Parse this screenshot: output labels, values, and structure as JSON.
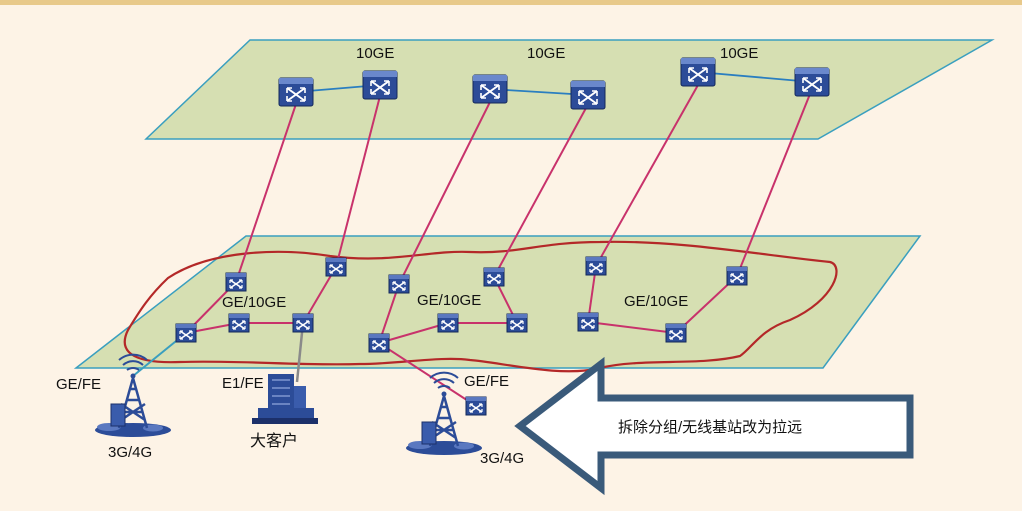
{
  "colors": {
    "background": "#fdf3e6",
    "top_border": "#e8c98a",
    "plane_fill": "#d6dfb2",
    "plane_stroke": "#3a9fbf",
    "link_color": "#c8326b",
    "ring_color": "#b42828",
    "device_fill": "#2c4c98",
    "arrow_stroke": "#3a5a7a",
    "uplink_gray": "#8a8a8a"
  },
  "core_layer": {
    "labels": [
      "10GE",
      "10GE",
      "10GE"
    ],
    "device_icon": "router-icon"
  },
  "aggregation_layer": {
    "labels": [
      "GE/10GE",
      "GE/10GE",
      "GE/10GE"
    ],
    "device_icon": "switch-icon"
  },
  "access": {
    "left_site": {
      "link_label": "GE/FE",
      "site_label": "3G/4G",
      "icon": "cell-tower-icon"
    },
    "enterprise": {
      "link_label": "E1/FE",
      "site_label": "大客户",
      "icon": "office-building-icon"
    },
    "right_site": {
      "link_label": "GE/FE",
      "site_label": "3G/4G",
      "icon": "cell-tower-icon"
    }
  },
  "callout": {
    "text": "拆除分组/无线基站改为拉远",
    "icon": "left-arrow-icon"
  }
}
